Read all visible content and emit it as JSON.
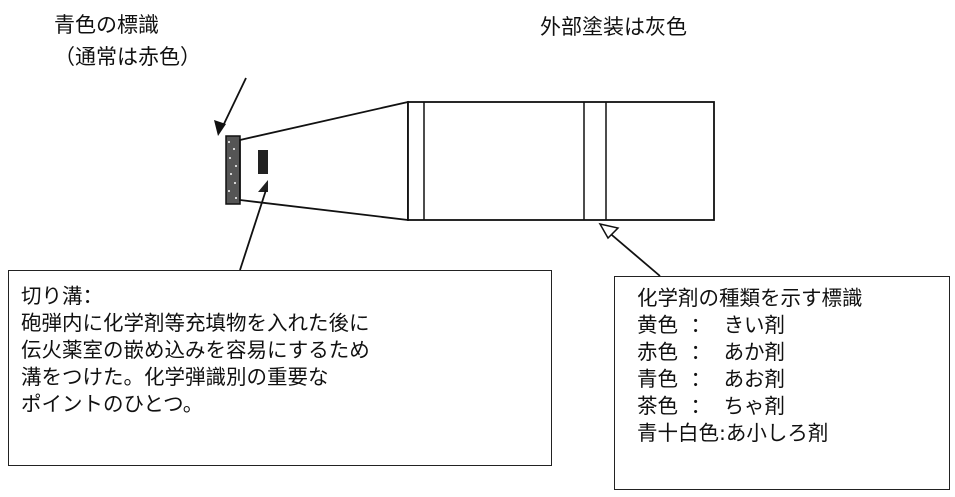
{
  "labels": {
    "blue_marking_title": "青色の標識",
    "blue_marking_note": "（通常は赤色）",
    "exterior_paint": "外部塗装は灰色"
  },
  "groove_box": {
    "title": "切り溝：",
    "lines": [
      "砲弾内に化学剤等充填物を入れた後に",
      "伝火薬室の嵌め込みを容易にするため",
      "溝をつけた。化学弾識別の重要な",
      "ポイントのひとつ。"
    ]
  },
  "agent_box": {
    "title": "化学剤の種類を示す標識",
    "entries": [
      {
        "color": "黄色",
        "sep": "：",
        "agent": "きい剤"
      },
      {
        "color": "赤色",
        "sep": "：",
        "agent": "あか剤"
      },
      {
        "color": "青色",
        "sep": "：",
        "agent": "あお剤"
      },
      {
        "color": "茶色",
        "sep": "：",
        "agent": "ちゃ剤"
      },
      {
        "color": "青十白色",
        "sep": ":",
        "agent": "あ小しろ剤"
      }
    ]
  }
}
